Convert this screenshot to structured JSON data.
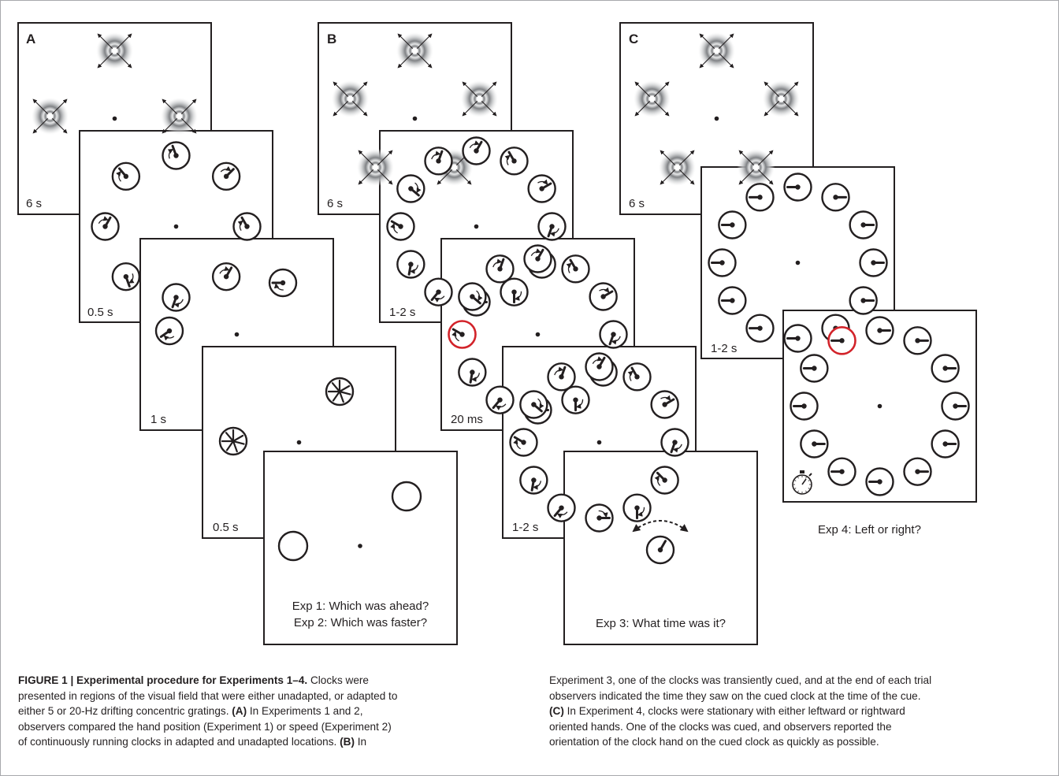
{
  "panels": {
    "a": {
      "letter": "A",
      "durations": [
        "6 s",
        "0.5 s",
        "1 s",
        "0.5 s"
      ],
      "question_lines": [
        "Exp 1: Which was ahead?",
        "Exp 2: Which was faster?"
      ]
    },
    "b": {
      "letter": "B",
      "durations": [
        "6 s",
        "1-2 s",
        "20 ms",
        "1-2 s"
      ],
      "question_lines": [
        "Exp 3: What time was it?"
      ]
    },
    "c": {
      "letter": "C",
      "durations": [
        "6 s",
        "1-2 s"
      ],
      "question_lines": [
        "Exp 4: Left or right?"
      ]
    }
  },
  "caption": {
    "col1": [
      [
        {
          "t": "FIGURE 1 | Experimental procedure for Experiments 1–4.",
          "b": true
        },
        {
          "t": " Clocks were",
          "b": false
        }
      ],
      [
        {
          "t": "presented in regions of the visual field that were either unadapted, or adapted to",
          "b": false
        }
      ],
      [
        {
          "t": "either 5 or 20-Hz drifting concentric gratings. ",
          "b": false
        },
        {
          "t": "(A)",
          "b": true
        },
        {
          "t": " In Experiments 1 and 2,",
          "b": false
        }
      ],
      [
        {
          "t": "observers compared the hand position (Experiment 1) or speed (Experiment 2)",
          "b": false
        }
      ],
      [
        {
          "t": "of continuously running clocks in adapted and unadapted locations. ",
          "b": false
        },
        {
          "t": "(B)",
          "b": true
        },
        {
          "t": " In",
          "b": false
        }
      ]
    ],
    "col2": [
      [
        {
          "t": "Experiment 3, one of the clocks was transiently cued, and at the end of each trial",
          "b": false
        }
      ],
      [
        {
          "t": "observers indicated the time they saw on the cued clock at the time of the cue.",
          "b": false
        }
      ],
      [
        {
          "t": "(C)",
          "b": true
        },
        {
          "t": " In Experiment 4, clocks were stationary with either leftward or rightward",
          "b": false
        }
      ],
      [
        {
          "t": "oriented hands. One of the clocks was cued, and observers reported the",
          "b": false
        }
      ],
      [
        {
          "t": "orientation of the clock hand on the cued clock as quickly as possible.",
          "b": false
        }
      ]
    ]
  },
  "colors": {
    "ink": "#231f20",
    "cue_ring": "#d2232a",
    "grating_gray": "#808285",
    "figure_border": "#a7a9ac"
  },
  "icons": [
    "grating-icon",
    "clock-icon",
    "arrow-icon",
    "stopwatch-icon"
  ]
}
